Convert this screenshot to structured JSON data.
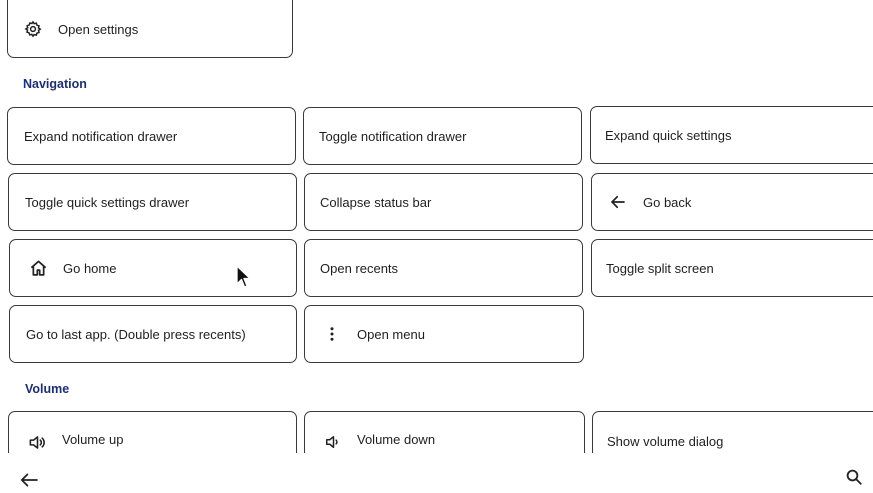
{
  "top": {
    "open_settings": {
      "label": "Open settings",
      "icon": "gear-icon"
    }
  },
  "navigation": {
    "title": "Navigation",
    "items": [
      {
        "label": "Expand notification drawer"
      },
      {
        "label": "Toggle notification drawer"
      },
      {
        "label": "Expand quick settings"
      },
      {
        "label": "Toggle quick settings drawer"
      },
      {
        "label": "Collapse status bar"
      },
      {
        "label": "Go back",
        "icon": "arrow-left-icon"
      },
      {
        "label": "Go home",
        "icon": "home-icon"
      },
      {
        "label": "Open recents"
      },
      {
        "label": "Toggle split screen"
      },
      {
        "label": "Go to last app. (Double press recents)"
      },
      {
        "label": "Open menu",
        "icon": "more-vertical-icon"
      }
    ]
  },
  "volume": {
    "title": "Volume",
    "items": [
      {
        "label": "Volume up",
        "icon": "volume-up-icon"
      },
      {
        "label": "Volume down",
        "icon": "volume-down-icon"
      },
      {
        "label": "Show volume dialog"
      }
    ]
  },
  "bottom_bar": {
    "back_icon": "arrow-left-icon",
    "search_icon": "search-icon"
  }
}
